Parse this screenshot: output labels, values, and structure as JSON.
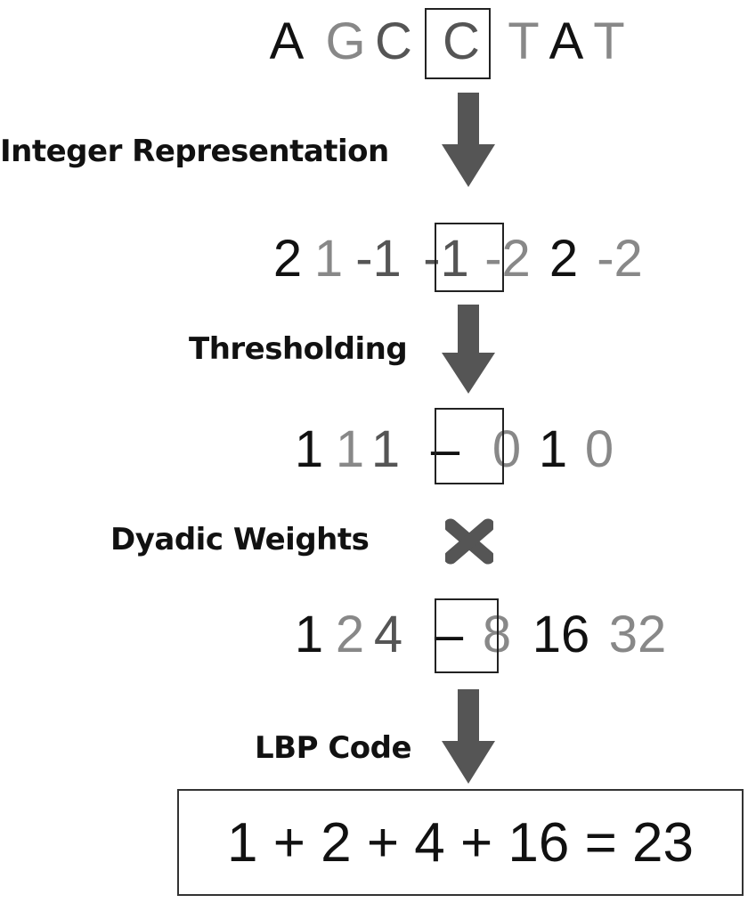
{
  "sequence": [
    "A",
    "G",
    "C",
    "C",
    "T",
    "A",
    "T"
  ],
  "integer_values": [
    "2",
    "1",
    "-1",
    "-1",
    "-2",
    "2",
    "-2"
  ],
  "threshold_values": [
    "1",
    "1",
    "1",
    "–",
    "0",
    "1",
    "0"
  ],
  "weights": [
    "1",
    "2",
    "4",
    "–",
    "8",
    "16",
    "32"
  ],
  "labels": {
    "integer": "Integer Representation",
    "threshold": "Thresholding",
    "dyadic": "Dyadic Weights",
    "lbp": "LBP Code"
  },
  "result": "1 + 2 + 4 + 16 = 23",
  "icons": {
    "arrow": "down-arrow-icon",
    "multiply": "multiply-icon"
  },
  "colors": {
    "arrow": "#555555",
    "dark": "#111111",
    "mid": "#555555",
    "light": "#888888"
  }
}
